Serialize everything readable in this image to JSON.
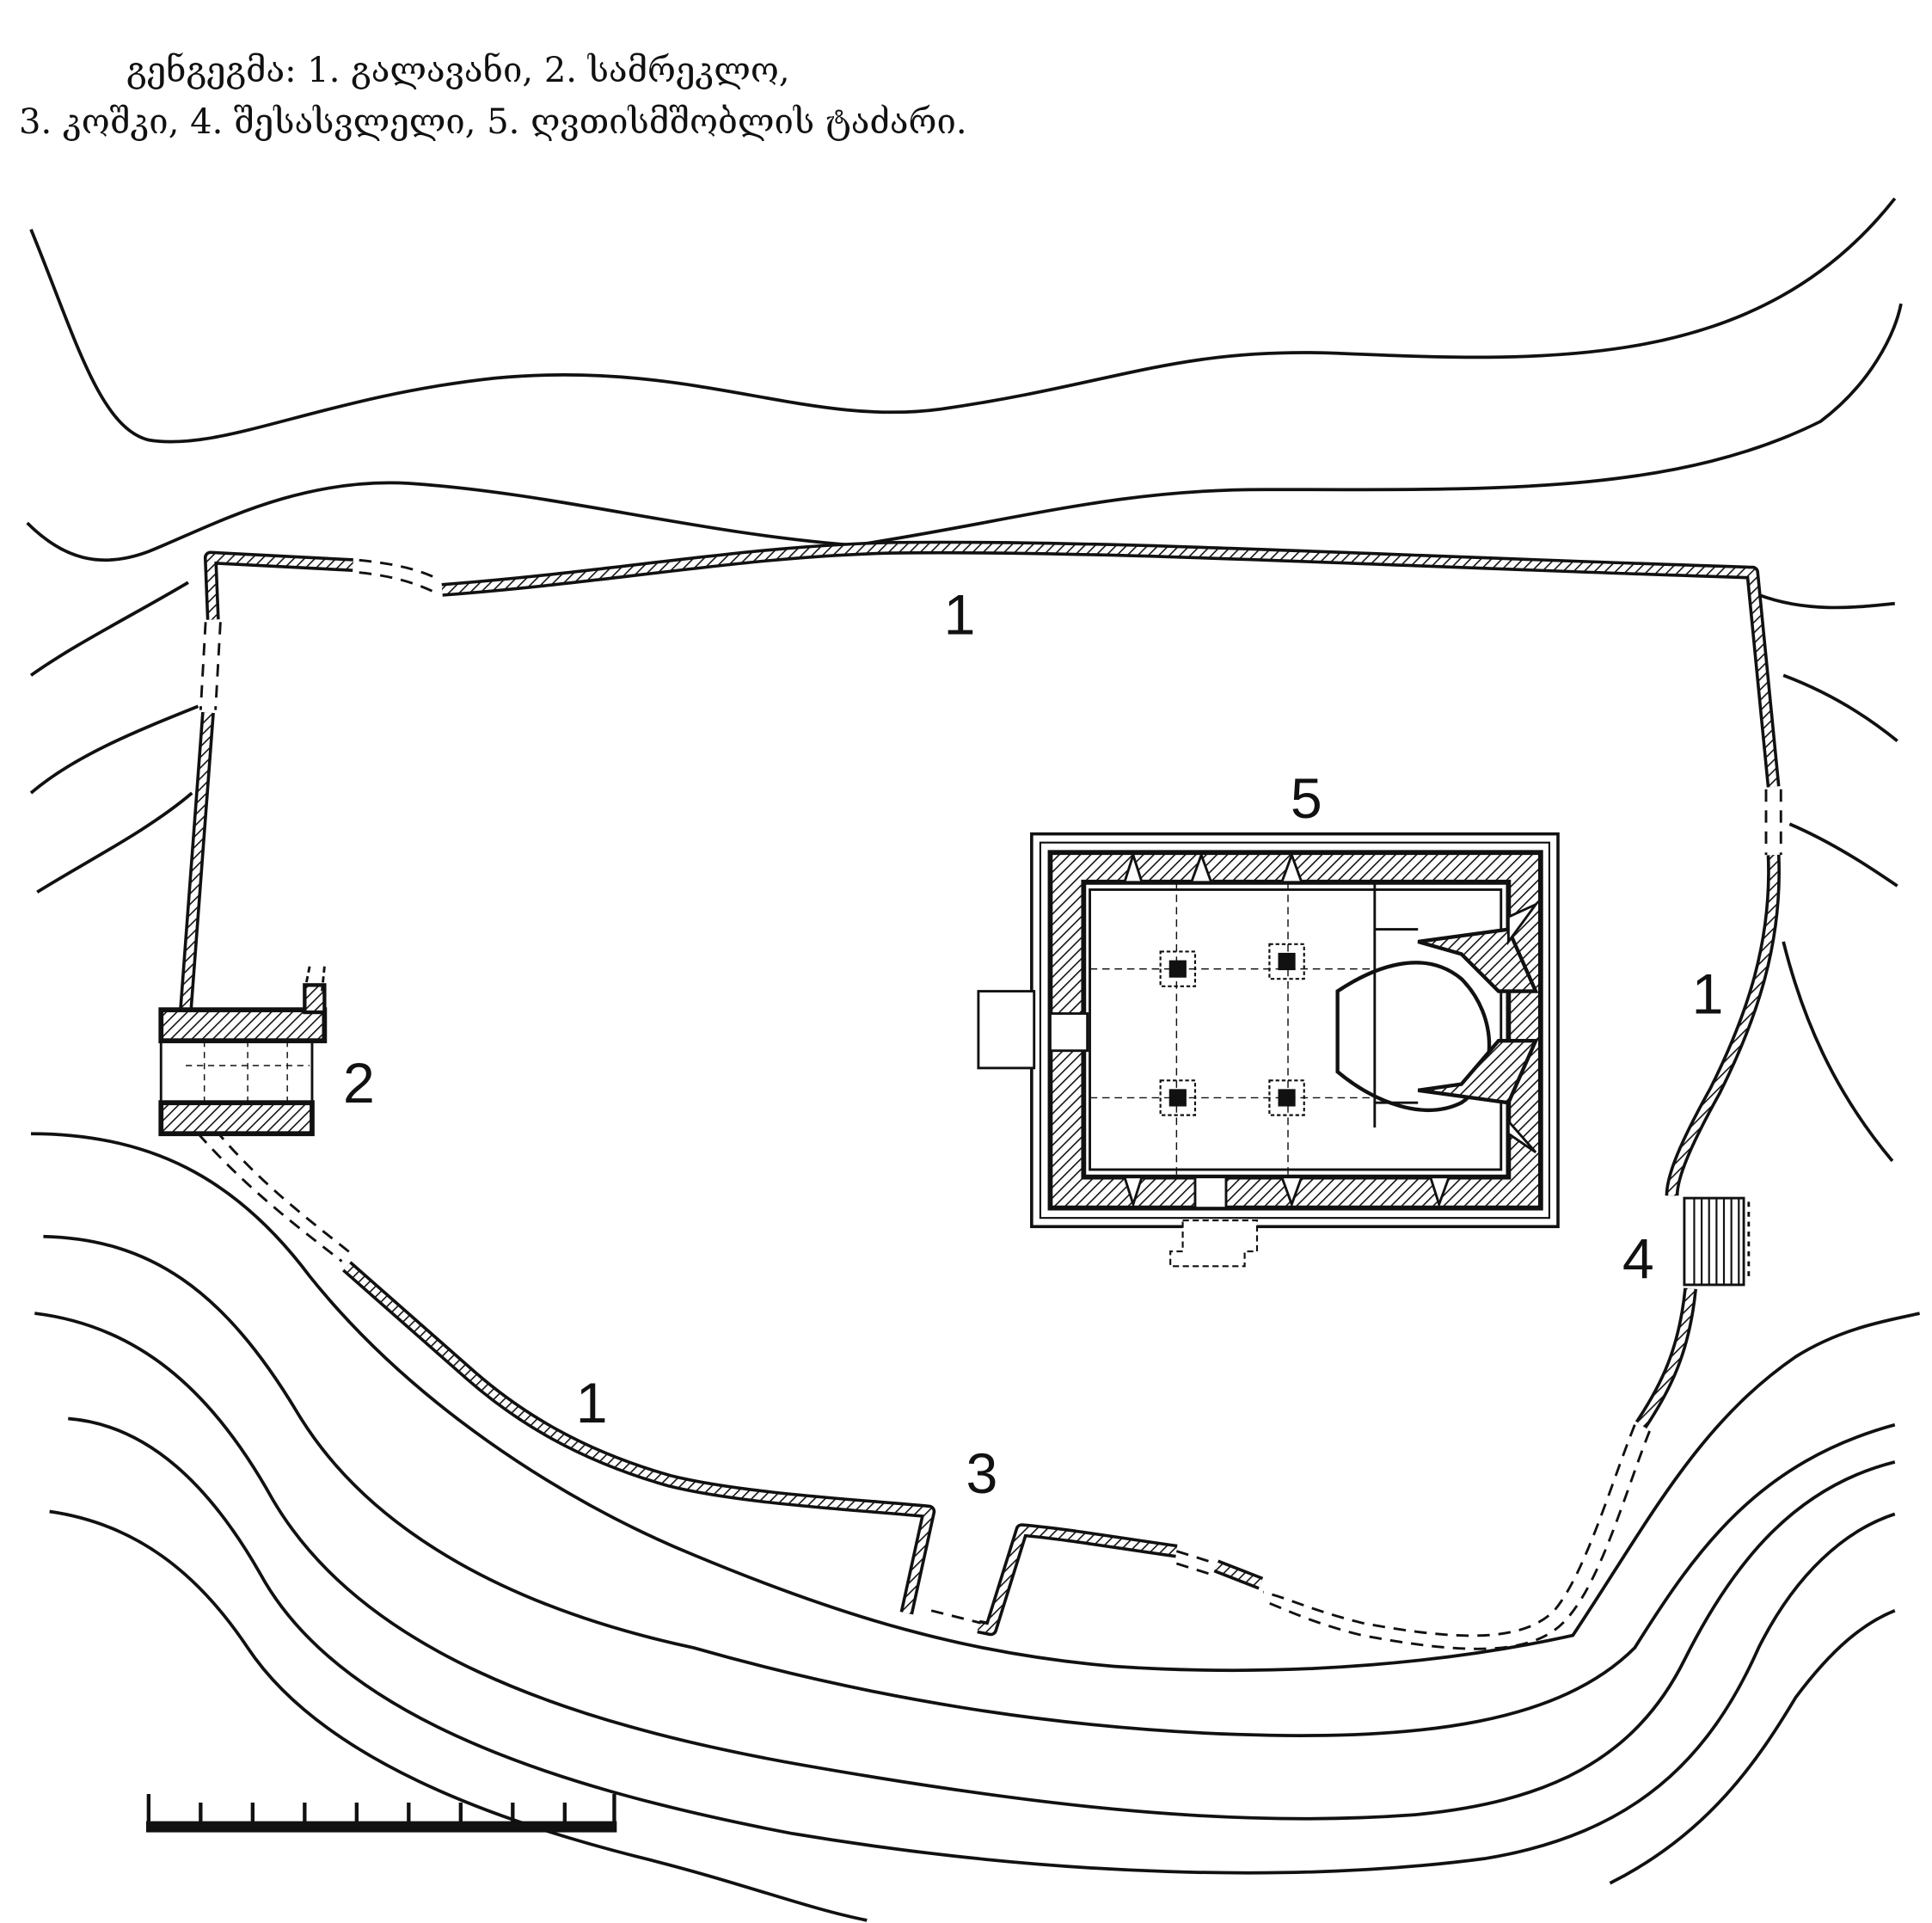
{
  "caption": {
    "title": "გენგეგმა:",
    "items": [
      "1. გალავანი,",
      "2. სამრეკლო,",
      "3. კოშკი,",
      "4. შესასვლელი,",
      "5. ღვთისმშობლის ტაძარი."
    ]
  },
  "legend": {
    "wall": "გალავანი",
    "belfry": "სამრეკლო",
    "tower": "კოშკი",
    "entrance": "შესასვლელი",
    "church": "ღვთისმშობლის ტაძარი"
  },
  "labels": {
    "wall_north": "1",
    "wall_east": "1",
    "wall_south": "1",
    "belfry": "2",
    "tower": "3",
    "entrance": "4",
    "church": "5"
  },
  "colors": {
    "ink": "#111111",
    "paper": "#ffffff"
  }
}
